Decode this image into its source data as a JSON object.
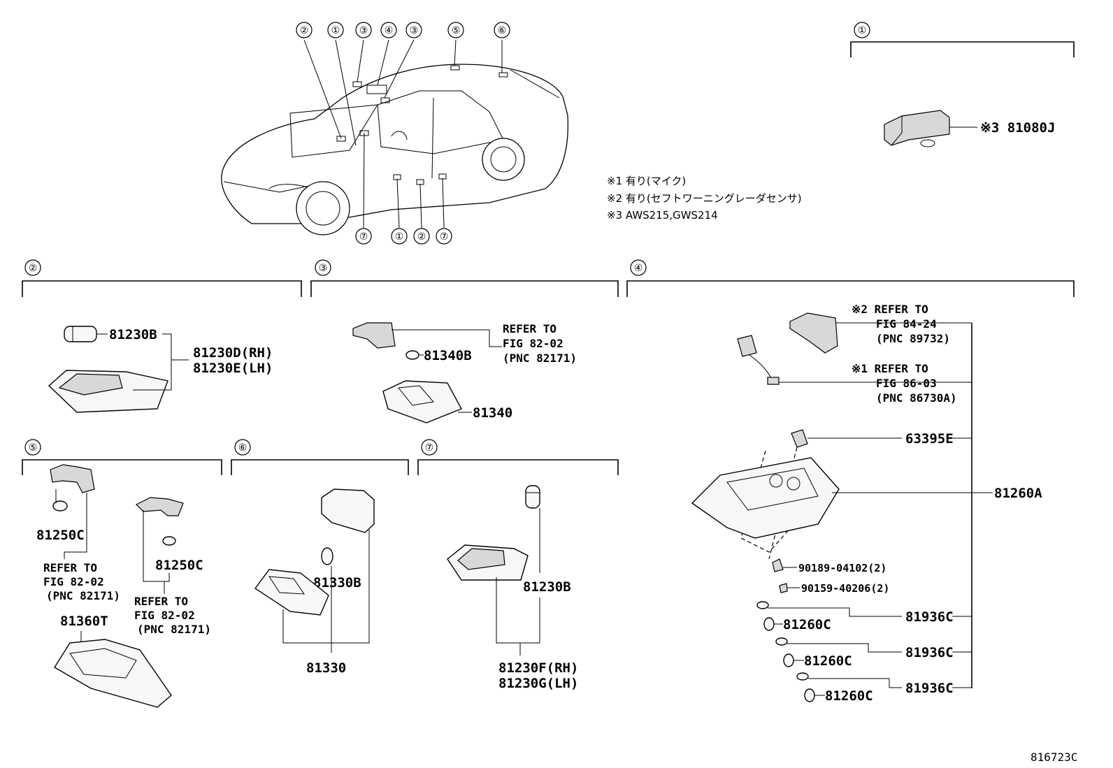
{
  "diagram_id": "816723C",
  "notes": [
    "※1 有り(マイク)",
    "※2 有り(セフトワーニングレーダセンサ)",
    "※3 AWS215,GWS214"
  ],
  "car_callouts_top": [
    "②",
    "①",
    "③",
    "④",
    "③",
    "⑤",
    "⑥"
  ],
  "car_callouts_bottom": [
    "⑦",
    "①",
    "②",
    "⑦"
  ],
  "sections": {
    "s1": {
      "marker": "①",
      "parts": [
        "※3 81080J"
      ]
    },
    "s2": {
      "marker": "②",
      "parts": [
        "81230B",
        "81230D(RH)",
        "81230E(LH)"
      ]
    },
    "s3": {
      "marker": "③",
      "parts": [
        "81340B",
        "81340"
      ],
      "refer": [
        "REFER TO",
        "FIG 82-02",
        "(PNC 82171)"
      ]
    },
    "s4": {
      "marker": "④",
      "refer1": [
        "※2 REFER TO",
        "FIG 84-24",
        "(PNC 89732)"
      ],
      "refer2": [
        "※1 REFER TO",
        "FIG 86-03",
        "(PNC 86730A)"
      ],
      "parts": [
        "63395E",
        "81260A",
        "90189-04102(2)",
        "90159-40206(2)",
        "81260C",
        "81936C",
        "81260C",
        "81936C",
        "81260C",
        "81936C"
      ]
    },
    "s5": {
      "marker": "⑤",
      "parts": [
        "81250C",
        "81250C",
        "81360T"
      ],
      "refer1": [
        "REFER TO",
        "FIG 82-02",
        "(PNC 82171)"
      ],
      "refer2": [
        "REFER TO",
        "FIG 82-02",
        "(PNC 82171)"
      ]
    },
    "s6": {
      "marker": "⑥",
      "parts": [
        "81330B",
        "81330"
      ]
    },
    "s7": {
      "marker": "⑦",
      "parts": [
        "81230B",
        "81230F(RH)",
        "81230G(LH)"
      ]
    }
  }
}
